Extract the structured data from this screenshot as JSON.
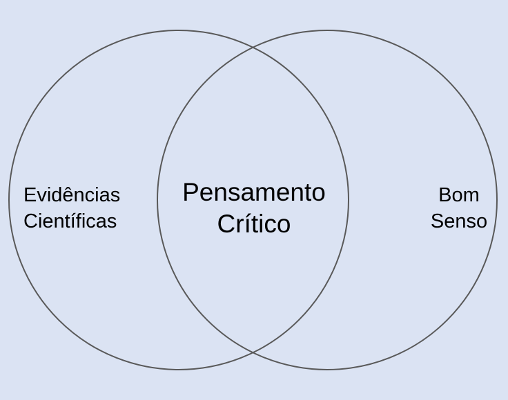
{
  "diagram": {
    "type": "venn",
    "background_color": "#dbe3f3",
    "circle_stroke_color": "#595959",
    "text_color": "#000000",
    "left_set": "Evidências Científicas",
    "right_set": "Bom Senso",
    "intersection": "Pensamento Crítico",
    "left_label": {
      "line1": "Evidências",
      "line2": "Científicas"
    },
    "center_label": {
      "line1": "Pensamento",
      "line2": "Crítico"
    },
    "right_label": {
      "line1": "Bom",
      "line2": "Senso"
    }
  }
}
